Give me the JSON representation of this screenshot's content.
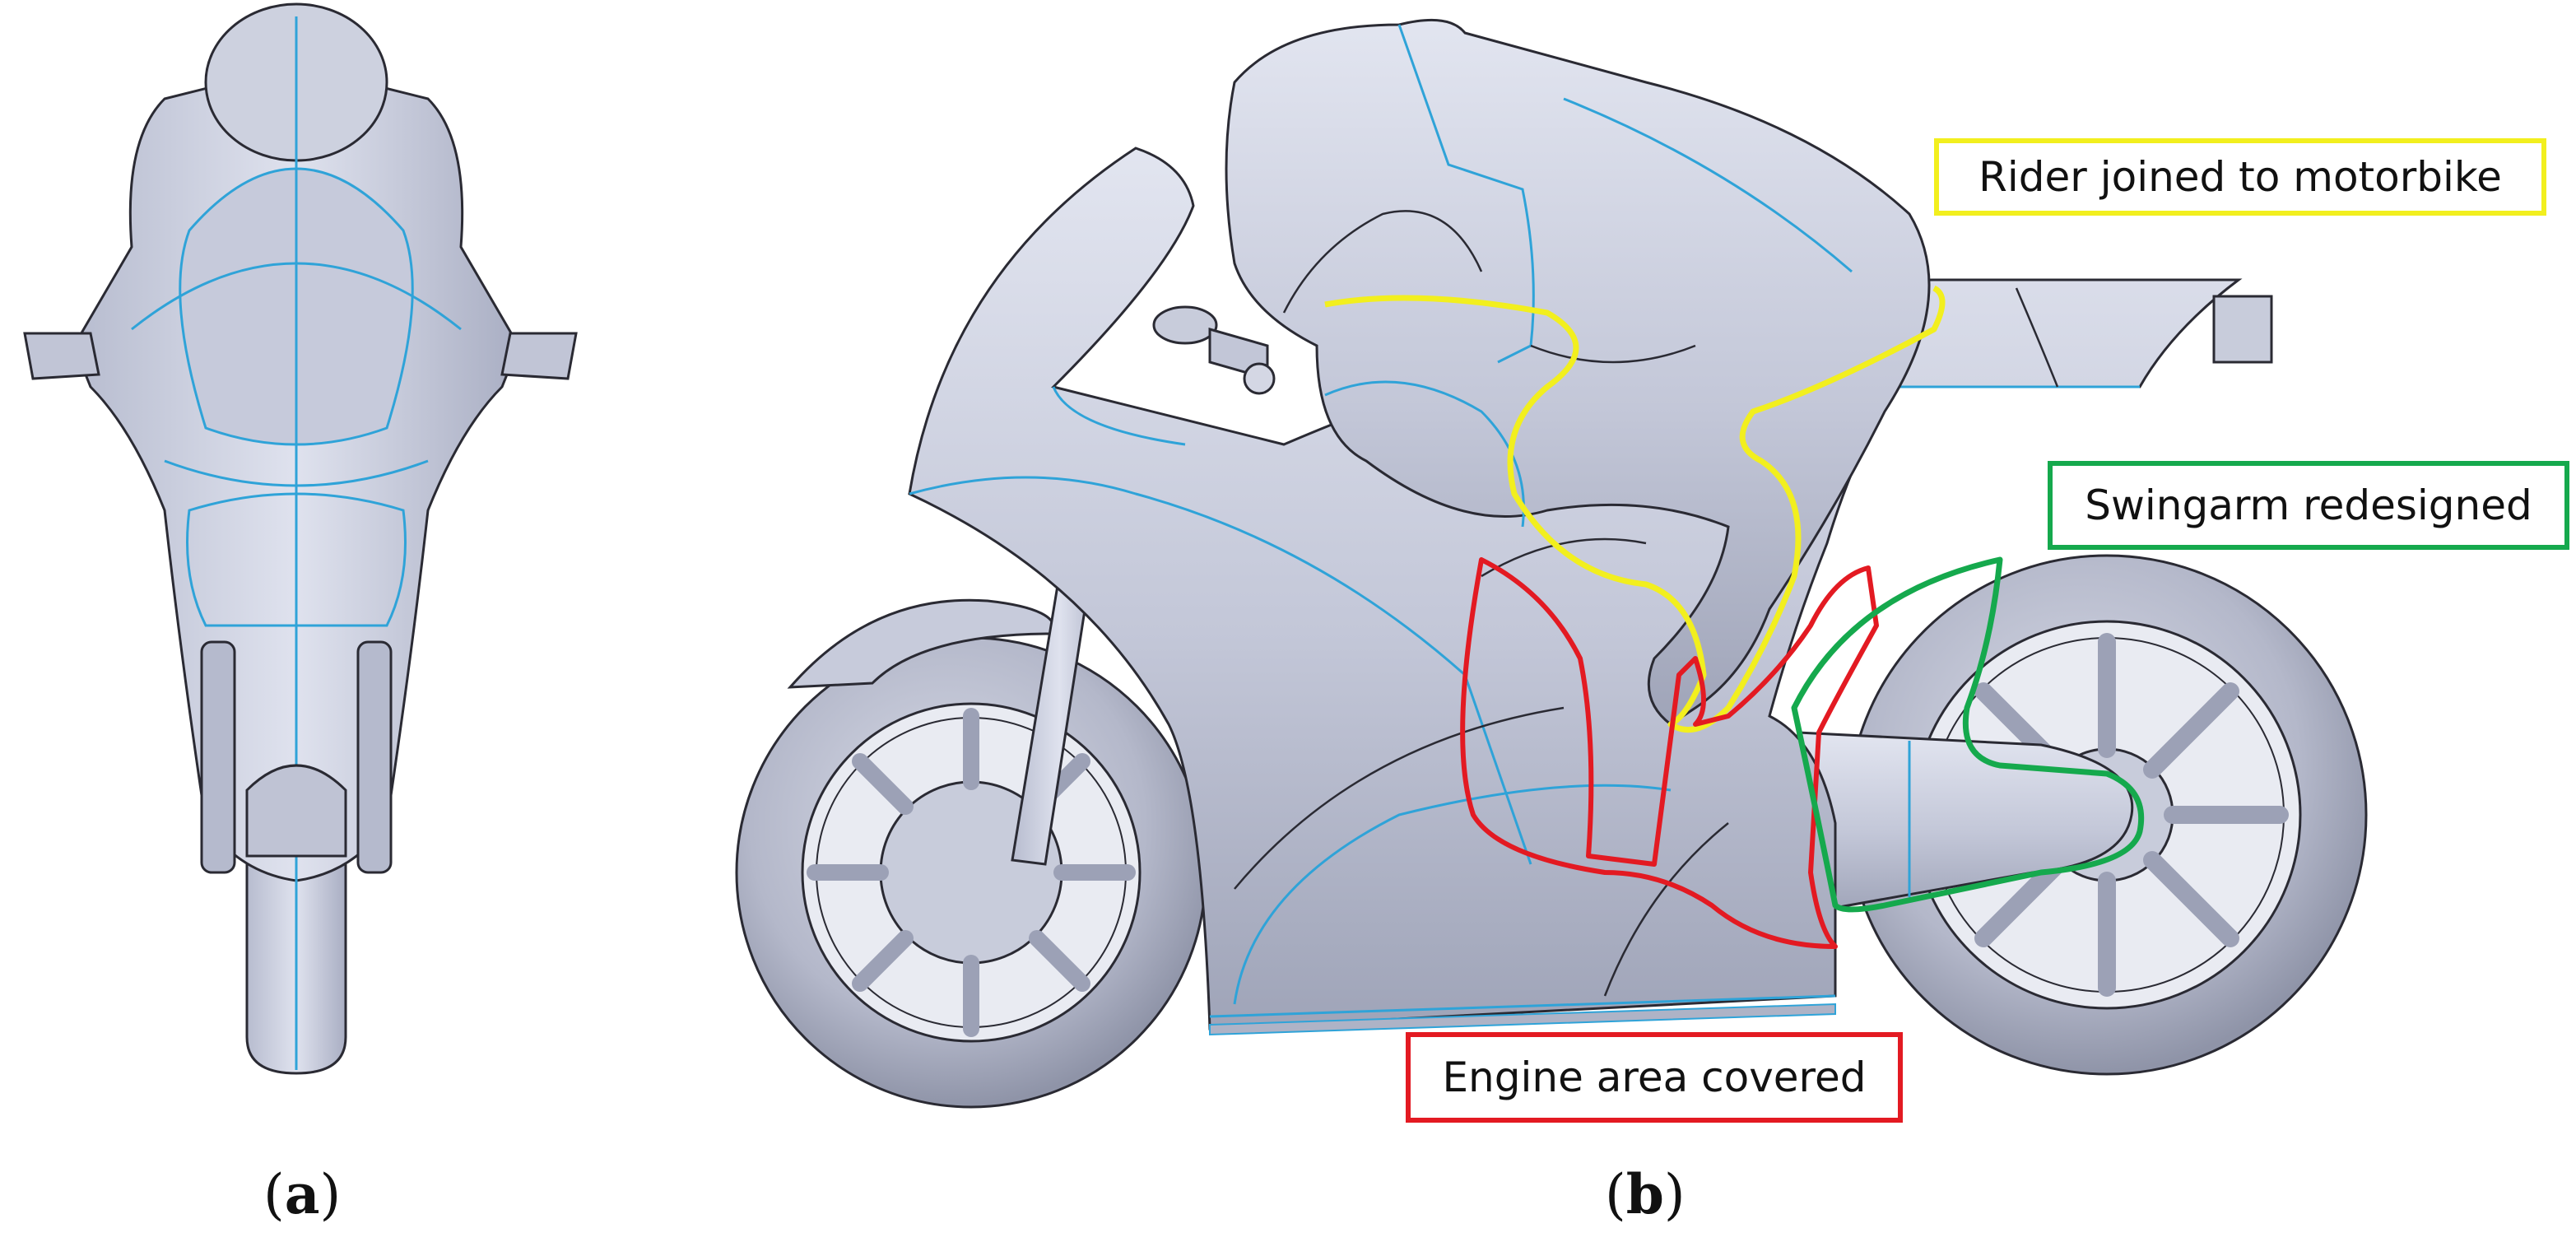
{
  "annotations": {
    "rider": "Rider joined to motorbike",
    "swingarm": "Swingarm redesigned",
    "engine": "Engine area covered"
  },
  "captions": {
    "a_open": "(",
    "a_letter": "a",
    "a_close": ")",
    "b_open": "(",
    "b_letter": "b",
    "b_close": ")"
  },
  "colors": {
    "body_fill": "#c7cbdc",
    "body_shade": "#9ea3b8",
    "edge_blue": "#2fa3d8",
    "edge_dark": "#2a2a33",
    "rider_outline": "#f2ef1e",
    "swingarm_outline": "#15a94d",
    "engine_outline": "#e31a22"
  }
}
